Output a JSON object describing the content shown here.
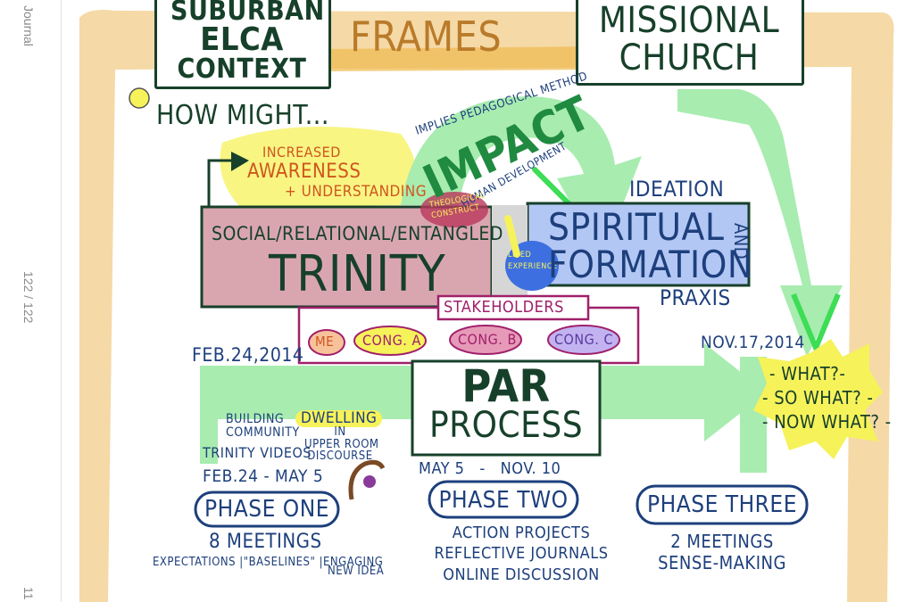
{
  "sidebar": {
    "journal_label": "Journal",
    "page_counter": "122 / 122",
    "bottom_label": "11"
  },
  "sketch": {
    "frame_left": "SUBURBAN ELCA CONTEXT",
    "frame_left_lines": [
      "SUBURBAN",
      "ELCA",
      "CONTEXT"
    ],
    "frames_title": "FRAMES",
    "frame_right_lines": [
      "MISSIONAL",
      "CHURCH"
    ],
    "how_might": "HOW MIGHT...",
    "awareness_lines": [
      "INCREASED",
      "AWARENESS",
      "+ UNDERSTANDING"
    ],
    "impact": "IMPACT",
    "implies": "IMPLIES PEDAGOGICAL METHOD",
    "human_development": "HUMAN DEVELOPMENT",
    "theological_lines": [
      "THEOLOGICAL",
      "CONSTRUCT"
    ],
    "lived_lines": [
      "LIVED",
      "EXPERIENCE"
    ],
    "trinity_subtitle": "SOCIAL/RELATIONAL/ENTANGLED",
    "trinity": "TRINITY",
    "ideation": "IDEATION",
    "and": "AND",
    "praxis": "PRAXIS",
    "spiritual_lines": [
      "SPIRITUAL",
      "FORMATION"
    ],
    "stakeholders": "STAKEHOLDERS",
    "me": "ME",
    "cong_a": "CONG. A",
    "cong_b": "CONG. B",
    "cong_c": "CONG. C",
    "start_date": "FEB.24,2014",
    "end_date": "NOV.17,2014",
    "par_lines": [
      "PAR",
      "PROCESS"
    ],
    "questions": [
      "- WHAT?-",
      "- SO WHAT? -",
      "- NOW WHAT? -"
    ],
    "building_lines": [
      "BUILDING",
      "COMMUNITY"
    ],
    "trinity_videos": "TRINITY VIDEOS",
    "dwelling": "DWELLING",
    "dwelling_lines": [
      "IN",
      "UPPER ROOM",
      "DISCOURSE"
    ],
    "phase_one_dates": "FEB.24 - MAY 5",
    "phase_one": "PHASE ONE",
    "phase_one_meetings": "8 MEETINGS",
    "phase_one_notes": "EXPECTATIONS |\"BASELINES\" |ENGAGING",
    "phase_one_notes2": "NEW IDEA",
    "phase_two_dates": "MAY 5   -   NOV. 10",
    "phase_two": "PHASE TWO",
    "phase_two_items": [
      "ACTION PROJECTS",
      "REFLECTIVE JOURNALS",
      "ONLINE DISCUSSION"
    ],
    "phase_three": "PHASE THREE",
    "phase_three_items": [
      "2 MEETINGS",
      "SENSE-MAKING"
    ]
  },
  "colors": {
    "frame_tan": "#f5d9a6",
    "navy": "#1d3f7c",
    "dark_green": "#17402a",
    "light_green": "#a8ecb0",
    "yellow": "#f6f25a",
    "pink_box": "#d9a6b0",
    "blue_box": "#b3c7f5",
    "magenta": "#a0206a"
  }
}
